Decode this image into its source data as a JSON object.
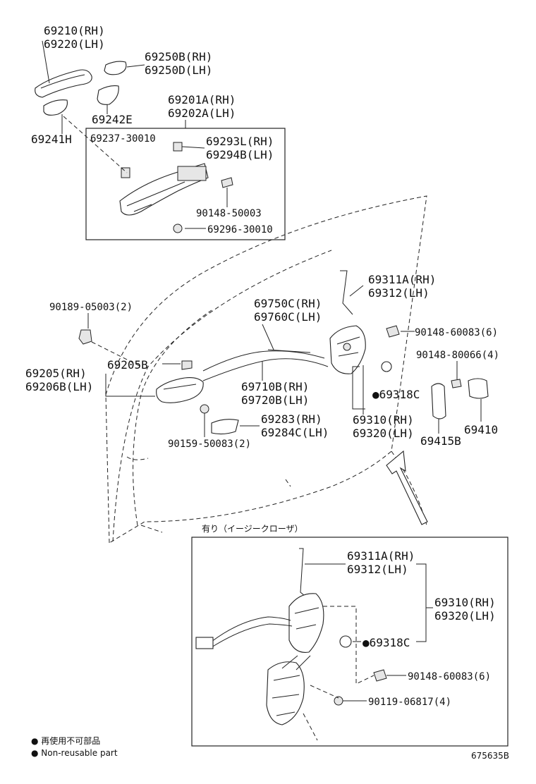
{
  "labels": {
    "p69210": "69210(RH)",
    "p69220": "69220(LH)",
    "p69250b": "69250B(RH)",
    "p69250d": "69250D(LH)",
    "p69242e": "69242E",
    "p69241h": "69241H",
    "p69201a": "69201A(RH)",
    "p69202a": "69202A(LH)",
    "p69237": "69237-30010",
    "p69293l": "69293L(RH)",
    "p69294b": "69294B(LH)",
    "p90148_50003": "90148-50003",
    "p69296": "69296-30010",
    "p90189": "90189-05003(2)",
    "p69311a": "69311A(RH)",
    "p69312": "69312(LH)",
    "p69750c": "69750C(RH)",
    "p69760c": "69760C(LH)",
    "p90148_60083": "90148-60083(6)",
    "p90148_80066": "90148-80066(4)",
    "p69205": "69205(RH)",
    "p69206b": "69206B(LH)",
    "p69205b": "69205B",
    "p69710b": "69710B(RH)",
    "p69720b": "69720B(LH)",
    "p69318c": "●69318C",
    "p69410": "69410",
    "p69415b": "69415B",
    "p69310": "69310(RH)",
    "p69320": "69320(LH)",
    "p69283": "69283(RH)",
    "p69284c": "69284C(LH)",
    "p90159": "90159-50083(2)"
  },
  "inset": {
    "title": "有り（イージークローザ）",
    "p69311a": "69311A(RH)",
    "p69312": "69312(LH)",
    "p69310": "69310(RH)",
    "p69320": "69320(LH)",
    "p69318c": "●69318C",
    "p90148_60083": "90148-60083(6)",
    "p90119": "90119-06817(4)"
  },
  "legend": {
    "jp": "● 再使用不可部品",
    "en": "● Non-reusable part"
  },
  "figure_id": "675635B"
}
